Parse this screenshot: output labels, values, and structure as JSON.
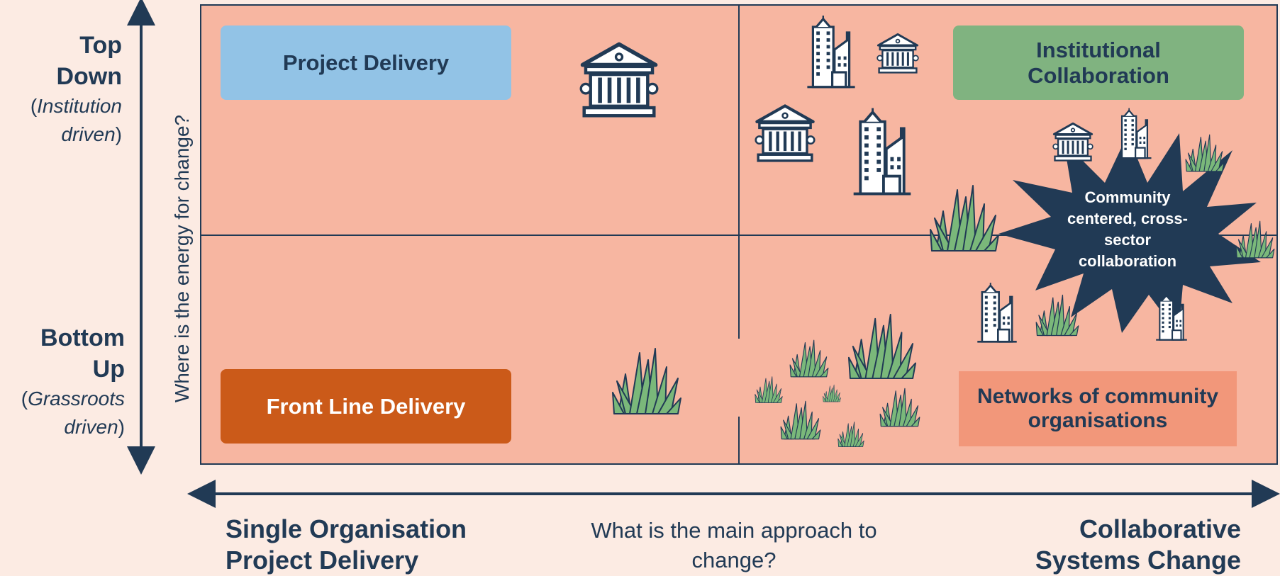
{
  "y_axis": {
    "top": {
      "title": "Top Down",
      "sub_open": "(",
      "sub_italic": "Institution driven",
      "sub_close": ")"
    },
    "bottom": {
      "title": "Bottom Up",
      "sub_open": "(",
      "sub_italic": "Grassroots driven",
      "sub_close": ")"
    },
    "question": "Where is the energy for change?"
  },
  "x_axis": {
    "left": "Single Organisation Project Delivery",
    "center": "What is the main approach to change?",
    "right": "Collaborative Systems Change"
  },
  "quadrants": {
    "top_left": {
      "label": "Project Delivery",
      "color": "#92c3e6",
      "text_color": "#213a55"
    },
    "top_right": {
      "label": "Institutional Collaboration",
      "color": "#80b380",
      "text_color": "#213a55"
    },
    "bottom_left": {
      "label": "Front Line Delivery",
      "color": "#cb5a19",
      "text_color": "#ffffff"
    },
    "bottom_right": {
      "label": "Networks of community organisations",
      "color": "#f2977a",
      "text_color": "#213a55"
    }
  },
  "starburst": {
    "label": "Community centered, cross-sector collaboration",
    "color": "#213a55",
    "text_color": "#ffffff"
  },
  "icons": {
    "institution": "bank-icon",
    "city": "skyscraper-icon",
    "grass": "grass-icon"
  },
  "colors": {
    "axis": "#213a55",
    "background": "#fcebe3",
    "grid": "#f7b6a1"
  }
}
